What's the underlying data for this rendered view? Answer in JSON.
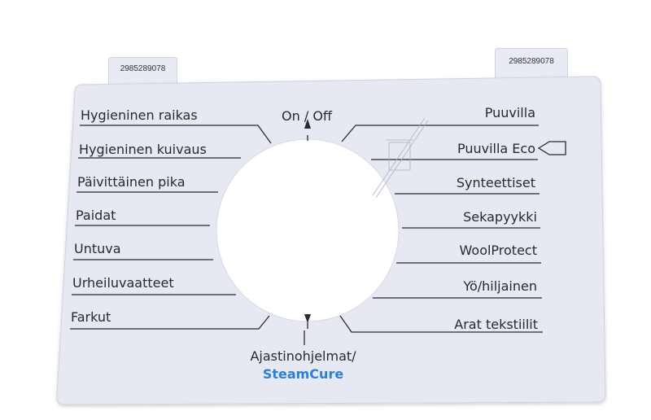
{
  "tags": {
    "left": "2985289078",
    "right": "2985289078"
  },
  "center": {
    "top": "On / Off",
    "bottom_line1": "Ajastinohjelmat/",
    "bottom_line2": "SteamCure"
  },
  "left_programs": [
    "Hygieninen raikas",
    "Hygieninen kuivaus",
    "Päivittäinen pika",
    "Paidat",
    "Untuva",
    "Urheiluvaatteet",
    "Farkut"
  ],
  "right_programs": [
    "Puuvilla",
    "Puuvilla Eco",
    "Synteettiset",
    "Sekapyykki",
    "WoolProtect",
    "Yö/hiljainen",
    "Arat tekstiilit"
  ],
  "icons": {
    "eco": "eco-tag-icon",
    "recycle": "crossed-bin-icon"
  },
  "colors": {
    "panel": "#e6e8f2",
    "ink": "#2a2a2a",
    "accent": "#2e7fd6"
  }
}
